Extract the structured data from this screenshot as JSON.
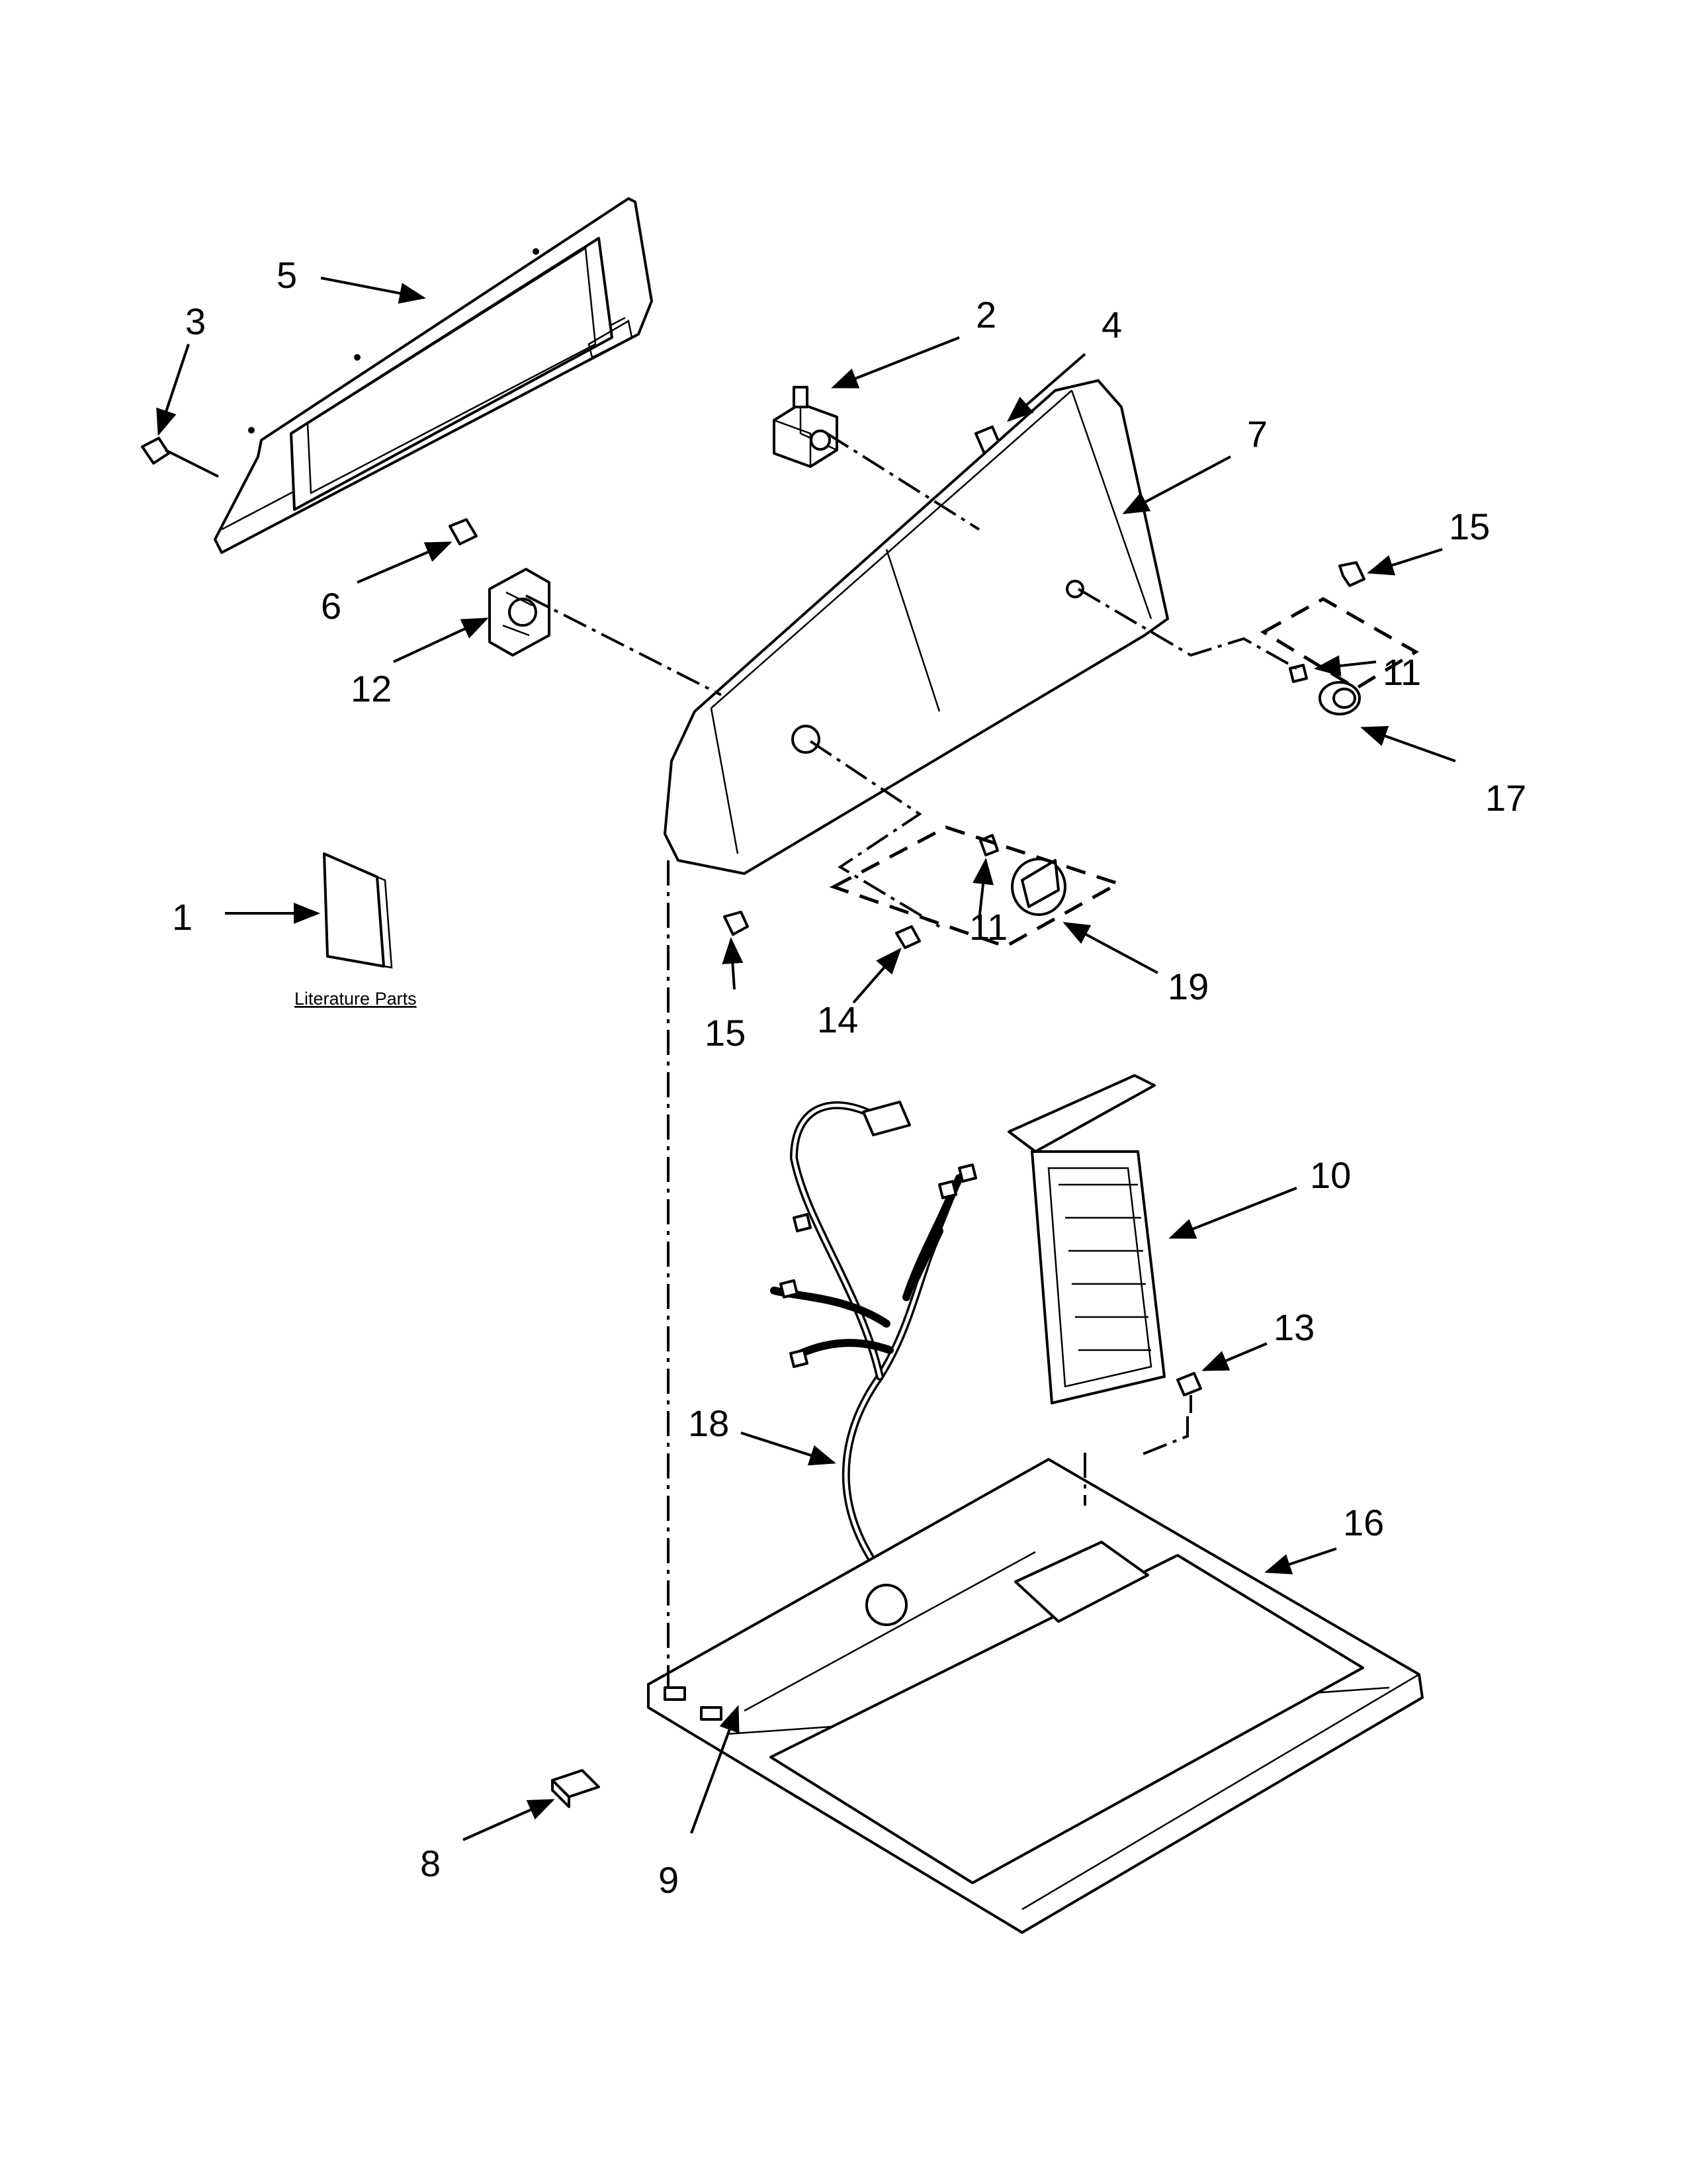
{
  "diagram": {
    "callouts": [
      {
        "id": "c1",
        "text": "1"
      },
      {
        "id": "c2",
        "text": "2"
      },
      {
        "id": "c3",
        "text": "3"
      },
      {
        "id": "c4",
        "text": "4"
      },
      {
        "id": "c5",
        "text": "5"
      },
      {
        "id": "c6",
        "text": "6"
      },
      {
        "id": "c7",
        "text": "7"
      },
      {
        "id": "c8",
        "text": "8"
      },
      {
        "id": "c9",
        "text": "9"
      },
      {
        "id": "c10",
        "text": "10"
      },
      {
        "id": "c11a",
        "text": "11"
      },
      {
        "id": "c11b",
        "text": "11"
      },
      {
        "id": "c12",
        "text": "12"
      },
      {
        "id": "c13",
        "text": "13"
      },
      {
        "id": "c14",
        "text": "14"
      },
      {
        "id": "c15a",
        "text": "15"
      },
      {
        "id": "c15b",
        "text": "15"
      },
      {
        "id": "c16",
        "text": "16"
      },
      {
        "id": "c17",
        "text": "17"
      },
      {
        "id": "c18",
        "text": "18"
      },
      {
        "id": "c19",
        "text": "19"
      }
    ],
    "literature_label": "Literature Parts"
  }
}
